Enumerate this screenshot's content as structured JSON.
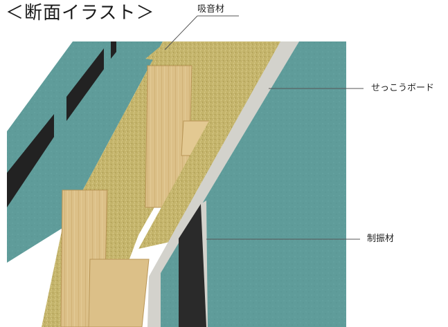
{
  "title": "＜断面イラスト＞",
  "labels": {
    "sound_absorbing": "吸音材",
    "gypsum_board": "せっこうボード",
    "damping": "制振材"
  },
  "colors": {
    "gypsum_board": "#5f9c9a",
    "gypsum_edge": "#cfcfc9",
    "insulation": "#c7b66d",
    "wood_stud": "#d9bd82",
    "damping_material": "#2a2a2a",
    "leader_line": "#555555"
  }
}
